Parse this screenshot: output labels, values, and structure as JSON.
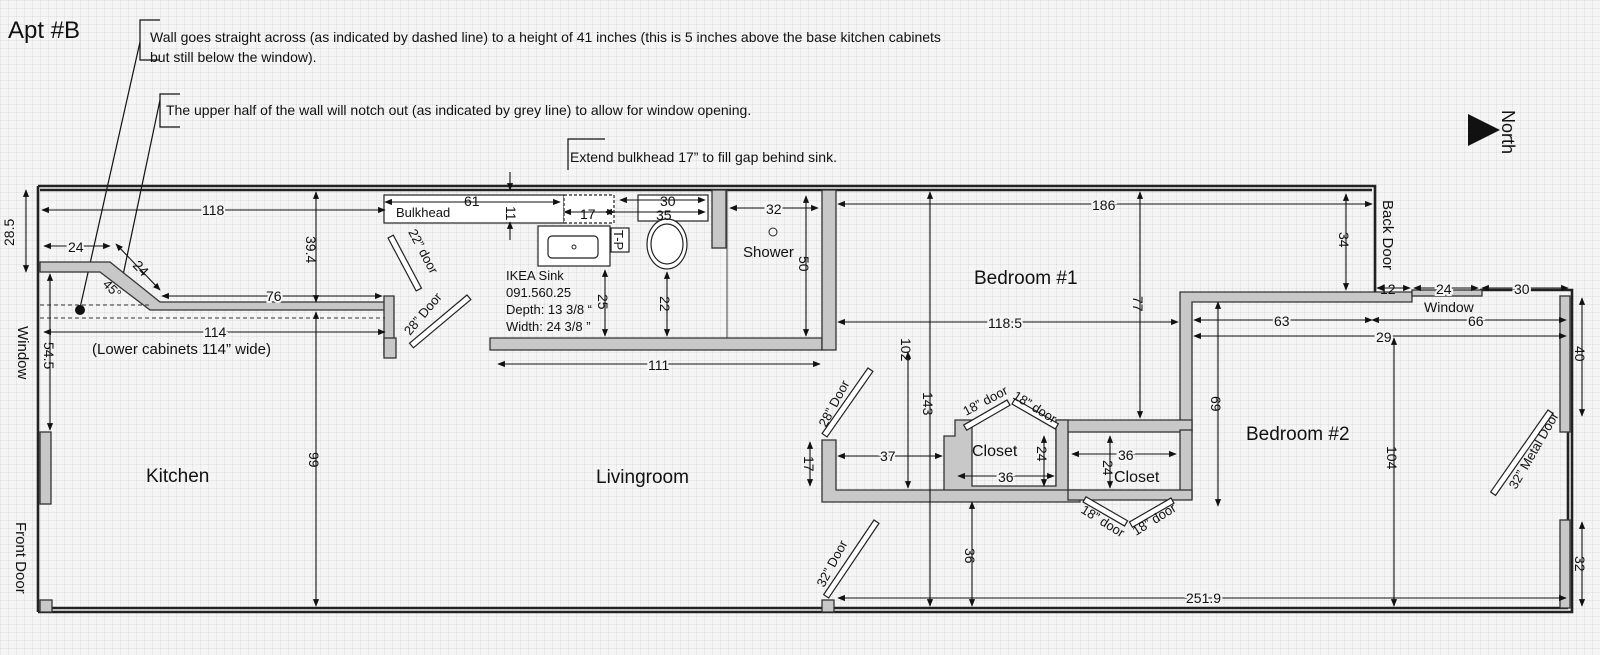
{
  "apt_label": "Apt #B",
  "north_label": "North",
  "notes": {
    "wall_line1": "Wall goes straight across (as indicated by dashed line) to a height of 41 inches (this is 5 inches above the base kitchen cabinets",
    "wall_line2": "but still below the window).",
    "notch": "The upper half of the wall will notch out (as indicated by grey line) to allow for window opening.",
    "bulkhead_note": "Extend bulkhead 17” to fill gap behind sink."
  },
  "rooms": {
    "kitchen": "Kitchen",
    "livingroom": "Livingroom",
    "bedroom1": "Bedroom #1",
    "bedroom2": "Bedroom #2",
    "closet": "Closet",
    "shower": "Shower"
  },
  "labels": {
    "bulkhead": "Bulkhead",
    "tp": "T-P",
    "window_left": "Window",
    "window_top": "Window",
    "front_door": "Front Door",
    "back_door": "Back Door",
    "lower_cabinets": "(Lower cabinets 114” wide)",
    "ikea_line1": "IKEA Sink",
    "ikea_line2": "091.560.25",
    "ikea_line3": "Depth: 13 3/8 “",
    "ikea_line4": "Width: 24 3/8 ”",
    "angle": "45°"
  },
  "doors": {
    "d22": "22” door",
    "d28a": "28” Door",
    "d28b": "28” Door",
    "d32": "32” Door",
    "d18a": "18” door",
    "d18b": "18” door",
    "d18c": "18” door",
    "d18d": "18” door",
    "metal": "32” Metal Door"
  },
  "dims": {
    "d118": "118",
    "d61": "61",
    "d11": "11",
    "d17": "17",
    "d30": "30",
    "d35": "35",
    "d32": "32",
    "d186": "186",
    "d28_5": "28.5",
    "d24a": "24",
    "d24b": "24",
    "d39_4": "39.4",
    "d76": "76",
    "d114": "114",
    "d54_5": "54.5",
    "d25": "25",
    "d22": "22",
    "d50": "50",
    "d111": "111",
    "d34": "34",
    "d12": "12",
    "d24c": "24",
    "d30b": "30",
    "d118_5": "118.5",
    "d77": "77",
    "d102": "102",
    "d143": "143",
    "d63": "63",
    "d66": "66",
    "d29": "29",
    "d40": "40",
    "d69": "69",
    "d99": "99",
    "d37": "37",
    "d17b": "17",
    "d36a": "36",
    "d24d": "24",
    "d36b": "36",
    "d24e": "24",
    "d36c": "36",
    "d104": "104",
    "d251_9": "251.9",
    "d32b": "32"
  }
}
